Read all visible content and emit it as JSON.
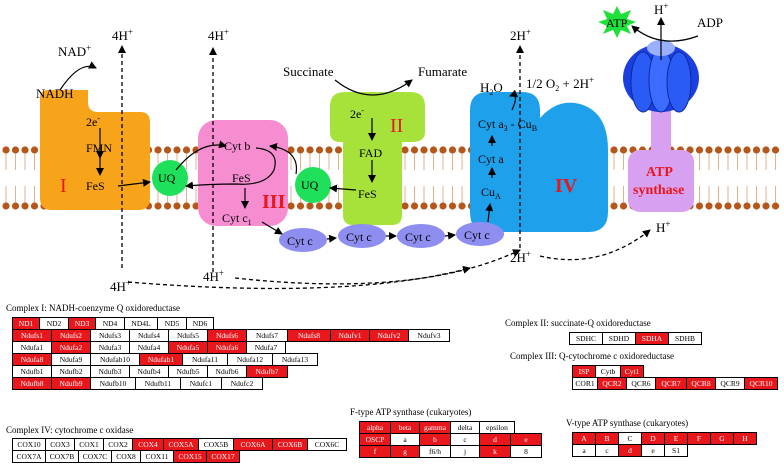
{
  "diagram": {
    "labels": {
      "proton_1": "4H",
      "proton_2": "4H",
      "proton_3": "2H",
      "proton_4": "4H",
      "proton_5": "4H",
      "proton_6": "2H",
      "proton_7": "H",
      "proton_8": "H",
      "nad": "NAD",
      "nadh": "NADH",
      "two_e_1": "2e",
      "fmn": "FMN",
      "fes_1": "FeS",
      "uq_1": "UQ",
      "uq_2": "UQ",
      "cyt_b": "Cyt b",
      "fes_2": "FeS",
      "cyt_c1": "Cyt c",
      "succinate": "Succinate",
      "fumarate": "Fumarate",
      "two_e_2": "2e",
      "fad": "FAD",
      "fes_3": "FeS",
      "h2o": "H",
      "h2o_tail": "O",
      "half_o2": "1/2 O",
      "plus_2h": " + 2H",
      "cyt_a3": "Cyt a",
      "cu_b": "Cu",
      "cyt_a": "Cyt a",
      "cu_a": "Cu",
      "cytc_1": "Cyt c",
      "cytc_2": "Cyt c",
      "cytc_3": "Cyt c",
      "cytc_4": "Cyt c",
      "atp": "ATP",
      "adp": "ADP",
      "atp_syn_1": "ATP",
      "atp_syn_2": "synthase",
      "roman_1": "I",
      "roman_2": "II",
      "roman_3": "III",
      "roman_4": "IV",
      "sup_plus": "+",
      "sup_minus": "-",
      "sub_2": "2",
      "sub_1": "1",
      "sub_3": "3",
      "sub_a": "A",
      "sub_b": "B"
    },
    "colors": {
      "complex_1": "#f8a41b",
      "complex_2": "#a6e23a",
      "complex_3": "#f78dd1",
      "complex_4": "#1fa0ea",
      "uq": "#1ee05a",
      "cytc": "#8e8ef0",
      "atp_head": "#1b3fe0",
      "atp_stalk": "#d8a0f0",
      "atp_star": "#22e03a",
      "membrane": "#b5561a",
      "red_cell": "#e8171c"
    }
  },
  "tables": {
    "complex1": {
      "title": "Complex I: NADH-coenzyme Q oxidoreductase",
      "rows": [
        [
          [
            "ND1",
            1
          ],
          [
            "ND2",
            0
          ],
          [
            "ND3",
            1
          ],
          [
            "ND4",
            0
          ],
          [
            "ND4L",
            0
          ],
          [
            "ND5",
            0
          ],
          [
            "ND6",
            0
          ]
        ],
        [
          [
            "Ndufs1",
            1
          ],
          [
            "Ndufs2",
            1
          ],
          [
            "Ndufs3",
            0
          ],
          [
            "Ndufs4",
            0
          ],
          [
            "Ndufs5",
            0
          ],
          [
            "Ndufs6",
            1
          ],
          [
            "Ndufs7",
            0
          ],
          [
            "Ndufs8",
            1
          ],
          [
            "Ndufv1",
            1
          ],
          [
            "Ndufv2",
            1
          ],
          [
            "Ndufv3",
            0
          ]
        ],
        [
          [
            "Ndufa1",
            0
          ],
          [
            "Ndufa2",
            1
          ],
          [
            "Ndufa3",
            0
          ],
          [
            "Ndufa4",
            0
          ],
          [
            "Ndufa5",
            1
          ],
          [
            "Ndufa6",
            1
          ],
          [
            "Ndufa7",
            0
          ]
        ],
        [
          [
            "Ndufa8",
            1
          ],
          [
            "Ndufa9",
            0
          ],
          [
            "Ndufab10",
            0
          ],
          [
            "Ndufab1",
            1
          ],
          [
            "Ndufa11",
            0
          ],
          [
            "Ndufa12",
            0
          ],
          [
            "Ndufa13",
            0
          ]
        ],
        [
          [
            "Ndufb1",
            0
          ],
          [
            "Ndufb2",
            0
          ],
          [
            "Ndufb3",
            0
          ],
          [
            "Ndufb4",
            0
          ],
          [
            "Ndufb5",
            0
          ],
          [
            "Ndufb6",
            0
          ],
          [
            "Ndufb7",
            1
          ]
        ],
        [
          [
            "Ndufb8",
            1
          ],
          [
            "Ndufb9",
            1
          ],
          [
            "Ndufb10",
            0
          ],
          [
            "Ndufb11",
            0
          ],
          [
            "Ndufc1",
            0
          ],
          [
            "Ndufc2",
            0
          ]
        ]
      ]
    },
    "complex4": {
      "title": "Complex IV: cytochrome c oxidase",
      "rows": [
        [
          [
            "COX10",
            0
          ],
          [
            "COX3",
            0
          ],
          [
            "COX1",
            0
          ],
          [
            "COX2",
            0
          ],
          [
            "COX4",
            1
          ],
          [
            "COX5A",
            1
          ],
          [
            "COX5B",
            0
          ],
          [
            "COX6A",
            1
          ],
          [
            "COX6B",
            1
          ],
          [
            "COX6C",
            0
          ]
        ],
        [
          [
            "COX7A",
            0
          ],
          [
            "COX7B",
            0
          ],
          [
            "COX7C",
            0
          ],
          [
            "COX8",
            0
          ],
          [
            "COX11",
            0
          ],
          [
            "COX15",
            1
          ],
          [
            "COX17",
            1
          ]
        ]
      ]
    },
    "complex2": {
      "title": "Complex II: succinate-Q oxidoreductase",
      "rows": [
        [
          [
            "SDHC",
            0
          ],
          [
            "SDHD",
            0
          ],
          [
            "SDHA",
            1
          ],
          [
            "SDHB",
            0
          ]
        ]
      ]
    },
    "complex3": {
      "title": "Complex III: Q-cytochrome c oxidoreductase",
      "rows": [
        [
          [
            "ISP",
            1
          ],
          [
            "Cytb",
            0
          ],
          [
            "Cyt1",
            1
          ]
        ],
        [
          [
            "COR1",
            0
          ],
          [
            "QCR2",
            1
          ],
          [
            "QCR6",
            0
          ],
          [
            "QCR7",
            1
          ],
          [
            "QCR8",
            1
          ],
          [
            "QCR9",
            0
          ],
          [
            "QCR10",
            1
          ]
        ]
      ]
    },
    "ftype": {
      "title": "F-type ATP synthase (cukaryotes)",
      "rows": [
        [
          [
            "alpha",
            1
          ],
          [
            "beta",
            1
          ],
          [
            "gamma",
            1
          ],
          [
            "delta",
            0
          ],
          [
            "epsilon",
            0
          ]
        ],
        [
          [
            "OSCP",
            1
          ],
          [
            "a",
            0
          ],
          [
            "b",
            1
          ],
          [
            "c",
            0
          ],
          [
            "d",
            1
          ],
          [
            "e",
            1
          ]
        ],
        [
          [
            "f",
            1
          ],
          [
            "g",
            1
          ],
          [
            "f6/h",
            0
          ],
          [
            "j",
            0
          ],
          [
            "k",
            1
          ],
          [
            "8",
            0
          ]
        ]
      ]
    },
    "vtype": {
      "title": "V-type ATP synthase (cukaryotes)",
      "rows": [
        [
          [
            "A",
            1
          ],
          [
            "B",
            1
          ],
          [
            "C",
            0
          ],
          [
            "D",
            1
          ],
          [
            "E",
            1
          ],
          [
            "F",
            1
          ],
          [
            "G",
            1
          ],
          [
            "H",
            1
          ]
        ],
        [
          [
            "a",
            0
          ],
          [
            "c",
            0
          ],
          [
            "d",
            1
          ],
          [
            "e",
            0
          ],
          [
            "S1",
            0
          ]
        ]
      ]
    }
  }
}
